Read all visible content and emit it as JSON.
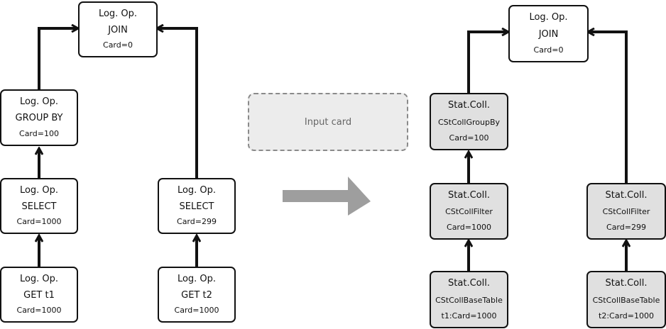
{
  "left_tree": {
    "join": {
      "l1": "Log. Op.",
      "l2": "JOIN",
      "l3": "Card=0"
    },
    "groupby": {
      "l1": "Log. Op.",
      "l2": "GROUP BY",
      "l3": "Card=100"
    },
    "select1": {
      "l1": "Log. Op.",
      "l2": "SELECT",
      "l3": "Card=1000"
    },
    "select2": {
      "l1": "Log. Op.",
      "l2": "SELECT",
      "l3": "Card=299"
    },
    "get1": {
      "l1": "Log. Op.",
      "l2": "GET t1",
      "l3": "Card=1000"
    },
    "get2": {
      "l1": "Log. Op.",
      "l2": "GET t2",
      "l3": "Card=1000"
    }
  },
  "input_card": {
    "label": "Input card"
  },
  "right_tree": {
    "join": {
      "l1": "Log. Op.",
      "l2": "JOIN",
      "l3": "Card=0"
    },
    "groupby": {
      "l1": "Stat.Coll.",
      "l2": "CStCollGroupBy",
      "l3": "Card=100"
    },
    "filter1": {
      "l1": "Stat.Coll.",
      "l2": "CStCollFilter",
      "l3": "Card=1000"
    },
    "filter2": {
      "l1": "Stat.Coll.",
      "l2": "CStCollFilter",
      "l3": "Card=299"
    },
    "base1": {
      "l1": "Stat.Coll.",
      "l2": "CStCollBaseTable",
      "l3": "t1:Card=1000"
    },
    "base2": {
      "l1": "Stat.Coll.",
      "l2": "CStCollBaseTable",
      "l3": "t2:Card=1000"
    }
  },
  "colors": {
    "line": "#111111",
    "stat_fill": "#e0e0e0",
    "arrow": "#9e9e9e",
    "dashed_border": "#8a8a8a"
  }
}
